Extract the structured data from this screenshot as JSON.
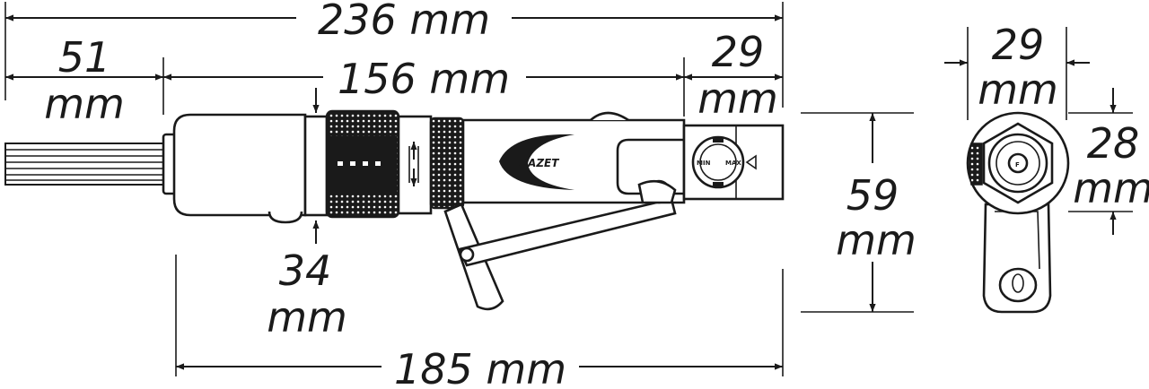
{
  "dimensions": {
    "overall_length": "236 mm",
    "nozzle_length_value": "51",
    "nozzle_length_unit": "mm",
    "grip_length": "156 mm",
    "rear_length_value": "29",
    "rear_length_unit": "mm",
    "grip_diameter_value": "34",
    "grip_diameter_unit": "mm",
    "base_length": "185 mm",
    "body_height_value": "59",
    "body_height_unit": "mm",
    "end_width_value": "29",
    "end_width_unit": "mm",
    "end_offset_value": "28",
    "end_offset_unit": "mm"
  },
  "tool": {
    "brand_logo": "HAZET",
    "dial_left_mark": "MIN",
    "dial_right_mark": "MAX",
    "end_cap_mark": "F"
  }
}
